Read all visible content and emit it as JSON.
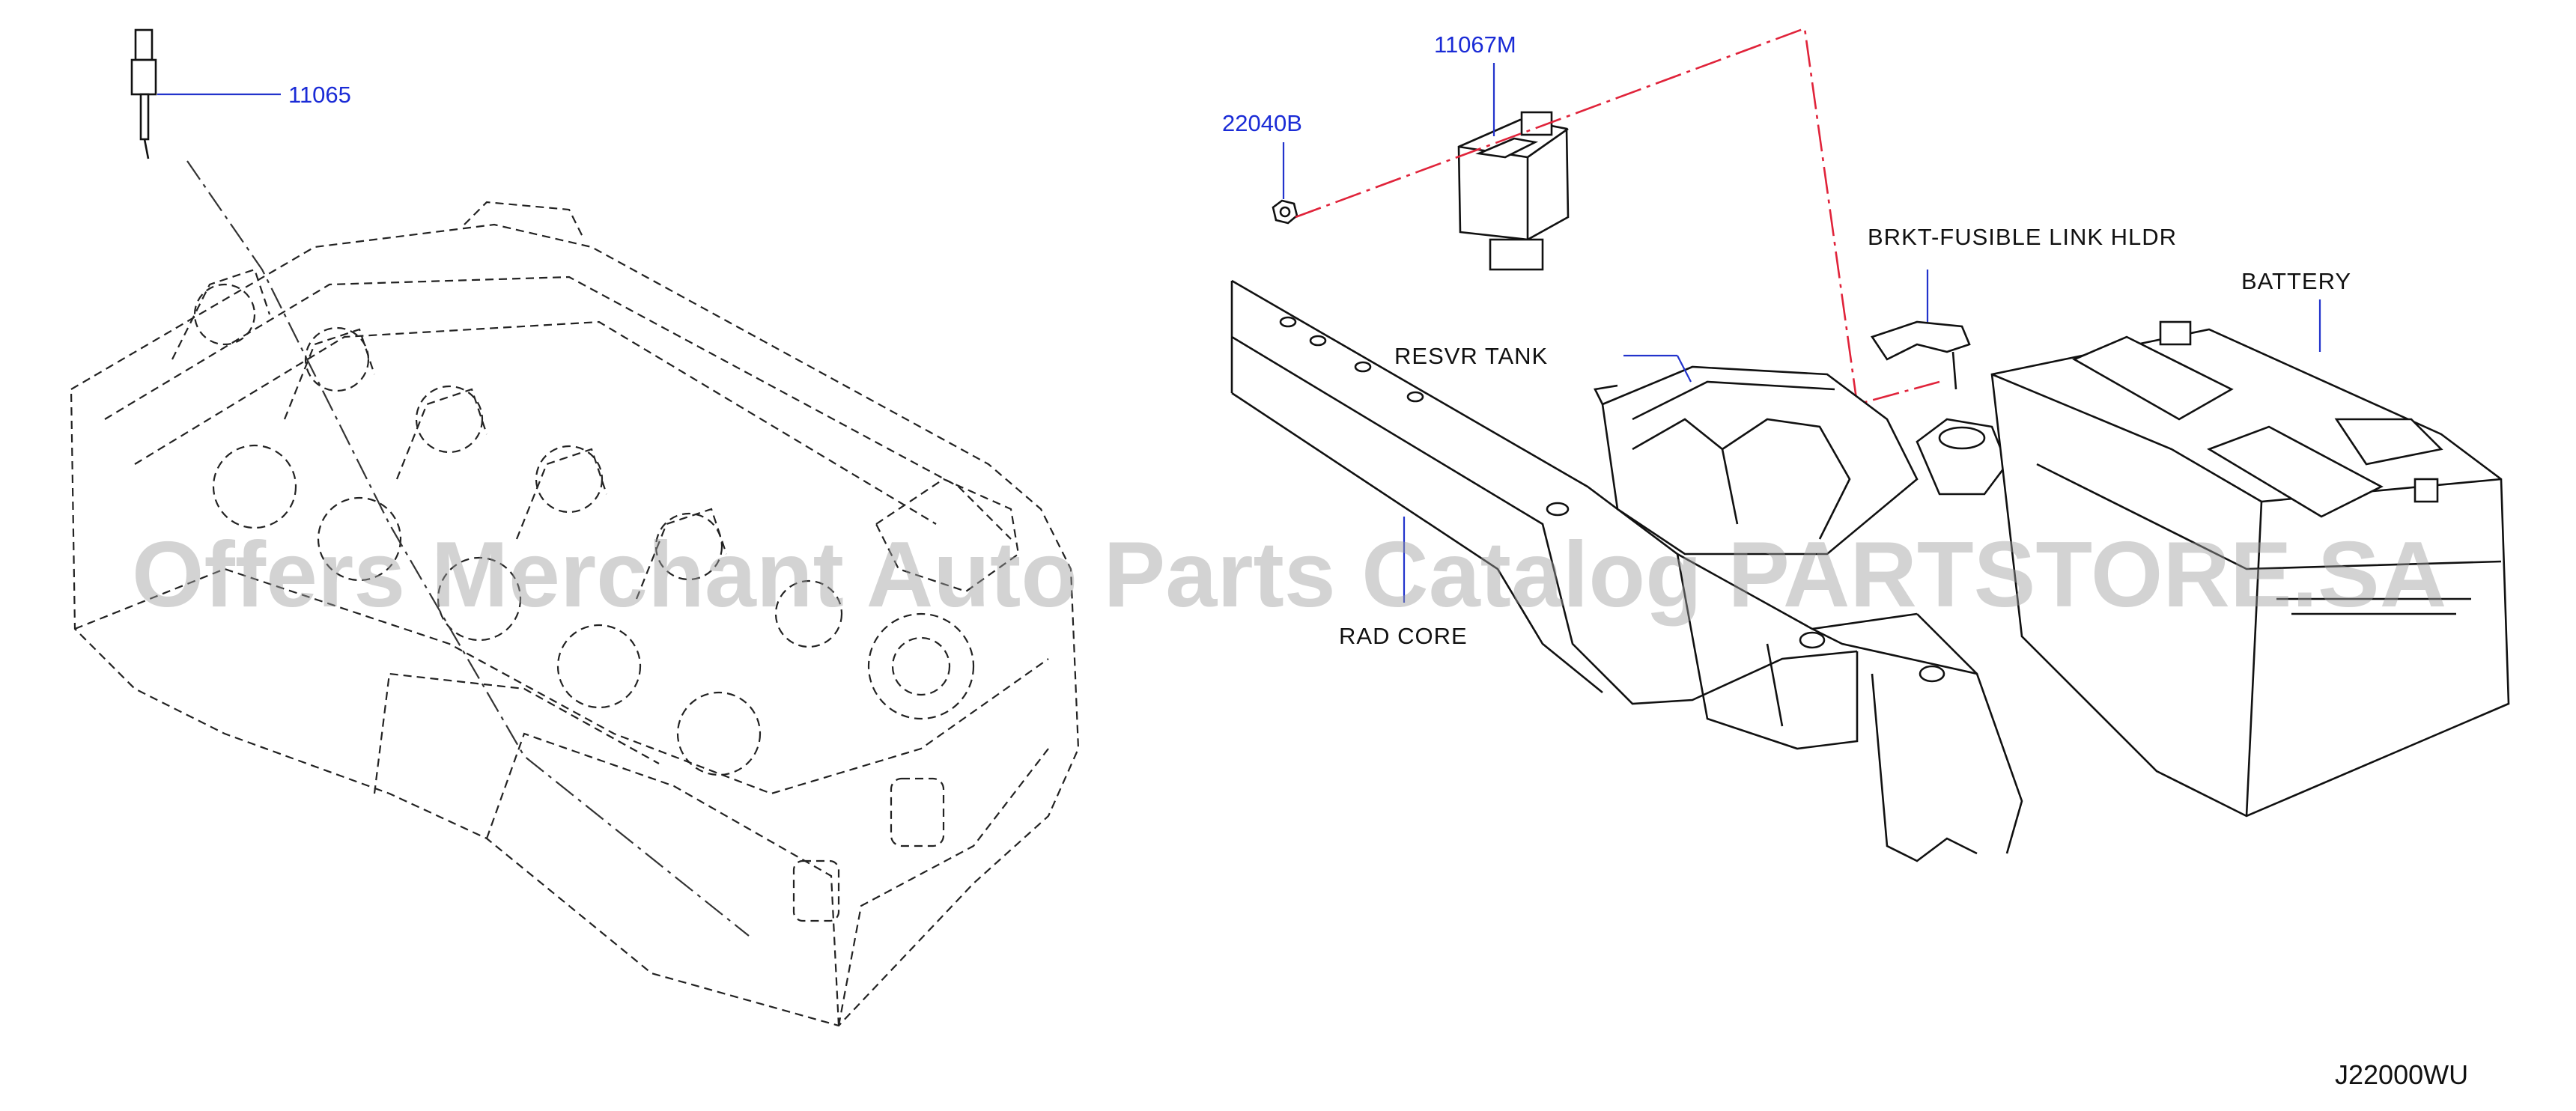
{
  "diagram": {
    "parts": [
      {
        "id": "p1",
        "number": "11065"
      },
      {
        "id": "p2",
        "number": "11067M"
      },
      {
        "id": "p3",
        "number": "22040B"
      }
    ],
    "names": [
      {
        "id": "n1",
        "text": "BRKT-FUSIBLE  LINK  HLDR"
      },
      {
        "id": "n2",
        "text": "BATTERY"
      },
      {
        "id": "n3",
        "text": "RESVR  TANK"
      },
      {
        "id": "n4",
        "text": "RAD  CORE"
      }
    ],
    "figure_code": "J22000WU",
    "watermark": "Offers Merchant Auto Parts Catalog PARTSTORE.SA",
    "colors": {
      "part_number": "#1a2bd6",
      "chain_line": "#e0233a",
      "watermark": "#9e9e9e"
    }
  }
}
